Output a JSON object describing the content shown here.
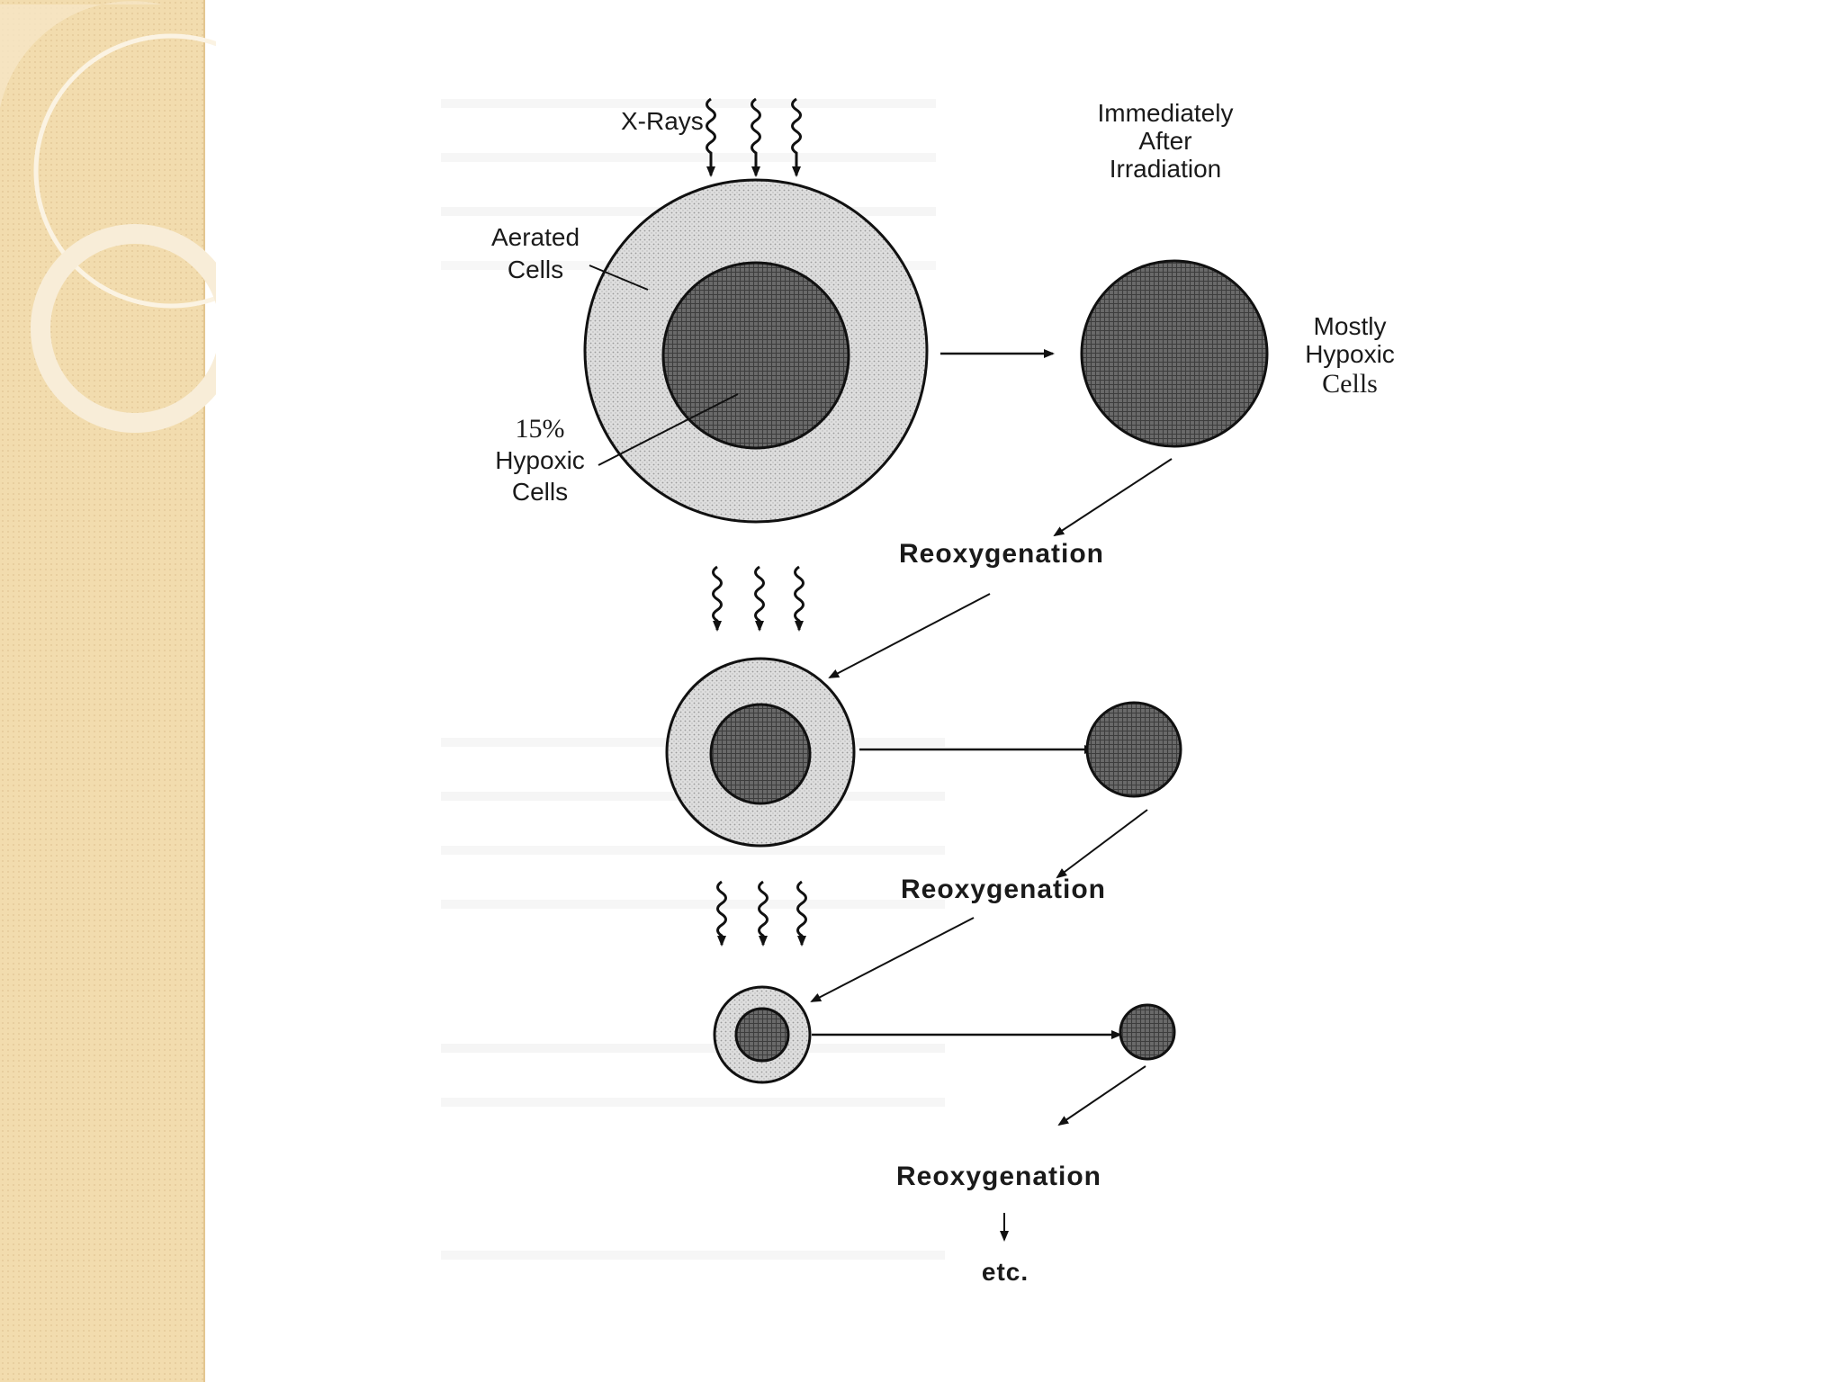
{
  "labels": {
    "xrays": "X-Rays",
    "immediately": "Immediately",
    "after": "After",
    "irradiation": "Irradiation",
    "aerated": "Aerated",
    "aerated_cells": "Cells",
    "pct": "15%",
    "hypoxic": "Hypoxic",
    "hypoxic_cells": "Cells",
    "mostly": "Mostly",
    "mostly_hypoxic": "Hypoxic",
    "mostly_cells": "Cells",
    "reox1": "Reoxygenation",
    "reox2": "Reoxygenation",
    "reox3": "Reoxygenation",
    "etc": "etc."
  },
  "colors": {
    "sidebar": "#f2dcae",
    "aerated_fill": "#dcdcdc",
    "hypoxic_fill": "#6e6e6e",
    "outline": "#111111"
  }
}
